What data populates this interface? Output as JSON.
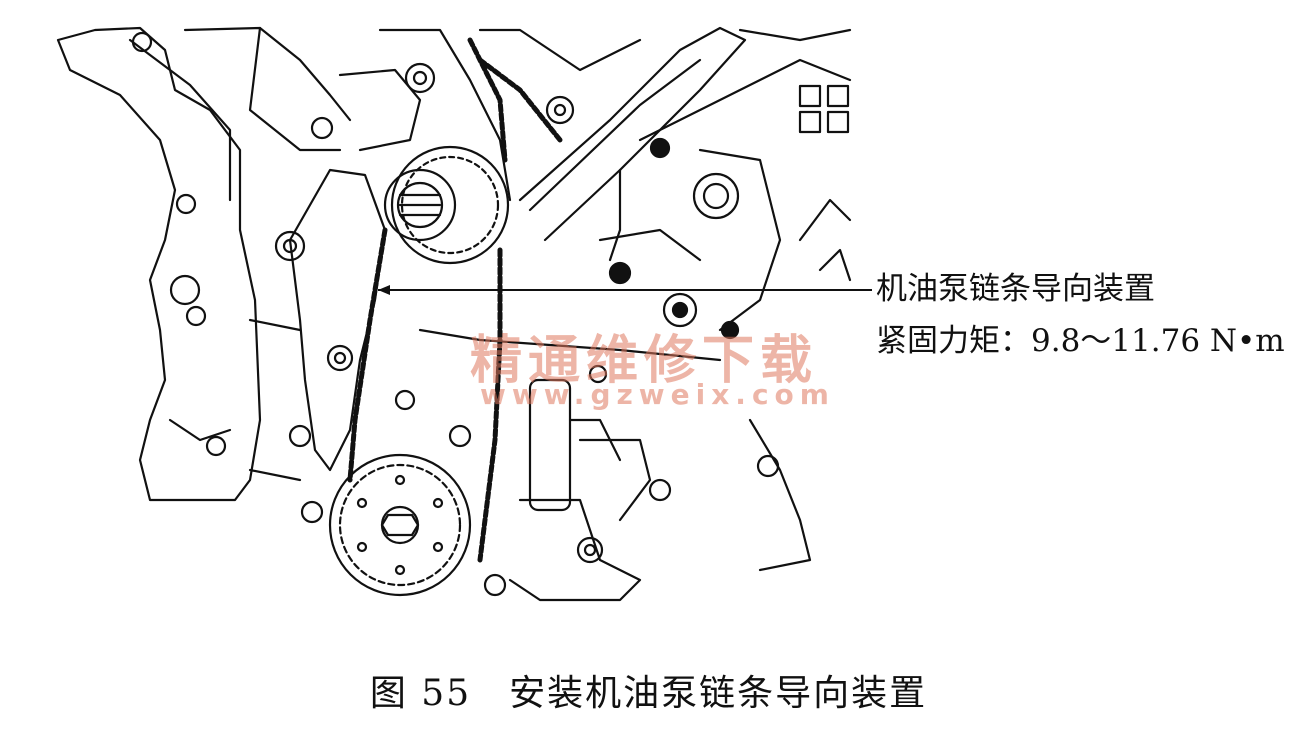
{
  "callout": {
    "part_name": "机油泵链条导向装置",
    "torque": "紧固力矩：9.8～11.76 N•m"
  },
  "watermark": {
    "cn": "精通维修下载",
    "url": "www.gzweix.com"
  },
  "caption": "图 55　安装机油泵链条导向装置",
  "colors": {
    "line": "#111111",
    "watermark": "#de785f"
  }
}
